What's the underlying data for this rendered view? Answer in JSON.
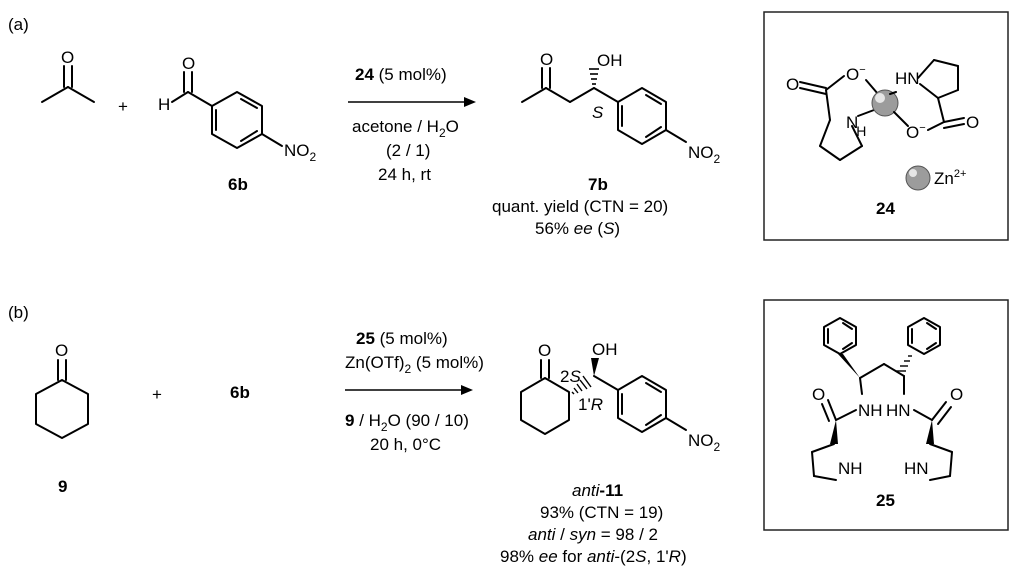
{
  "panel_a": {
    "label": "(a)",
    "plus": "+",
    "aldehyde": {
      "H": "H",
      "O": "O",
      "nitro": "NO",
      "nitro_sub": "2",
      "label": "6b"
    },
    "reagents": {
      "catalyst_id": "24",
      "catalyst_load": " (5 mol%)",
      "solvent_pre": "acetone / H",
      "solvent_sub": "2",
      "solvent_post": "O",
      "ratio": "(2 / 1)",
      "conditions": "24 h, rt"
    },
    "product": {
      "O": "O",
      "OH": "OH",
      "stereo": "S",
      "nitro": "NO",
      "nitro_sub": "2",
      "label": "7b",
      "yield": "quant. yield (CTN = 20)",
      "ee_value": "56% ",
      "ee_word": "ee",
      "ee_open": " (",
      "ee_config": "S",
      "ee_close": ")"
    },
    "catalyst_box": {
      "O_left": "O",
      "O_minus_top": "O",
      "minus": "−",
      "HN": "HN",
      "N": "N",
      "H": "H",
      "O_minus_bottom": "O",
      "O_right": "O",
      "zn_base": "Zn",
      "zn_charge": "2+",
      "label": "24"
    }
  },
  "panel_b": {
    "label": "(b)",
    "plus": "+",
    "ketone": {
      "O": "O",
      "label": "9"
    },
    "aldehyde_label": "6b",
    "reagents": {
      "catalyst_id": "25",
      "catalyst_load": " (5 mol%)",
      "additive_pre": "Zn(OTf)",
      "additive_sub": "2",
      "additive_post": " (5 mol%)",
      "solvent_id": "9",
      "solvent_pre": " / H",
      "solvent_sub": "2",
      "solvent_post": "O (90 / 10)",
      "conditions": "20 h, 0°C"
    },
    "product": {
      "O": "O",
      "OH": "OH",
      "stereo1_num": "2",
      "stereo1_letter": "S",
      "stereo2_num": "1'",
      "stereo2_letter": "R",
      "nitro": "NO",
      "nitro_sub": "2",
      "label_prefix": "anti",
      "label_num": "-11",
      "yield": "93% (CTN = 19)",
      "dr_anti": "anti",
      "dr_sep": " / ",
      "dr_syn": "syn",
      "dr_value": " = 98 / 2",
      "ee_value": "98% ",
      "ee_word": "ee",
      "ee_for": " for ",
      "ee_anti": "anti",
      "ee_open": "-(2",
      "ee_S": "S",
      "ee_mid": ", 1'",
      "ee_R": "R",
      "ee_close": ")"
    },
    "catalyst_box": {
      "O_left": "O",
      "NH_left": "NH",
      "HN_right": "HN",
      "O_right": "O",
      "NH_ring_left": "NH",
      "HN_ring_right": "HN",
      "label": "25"
    }
  }
}
